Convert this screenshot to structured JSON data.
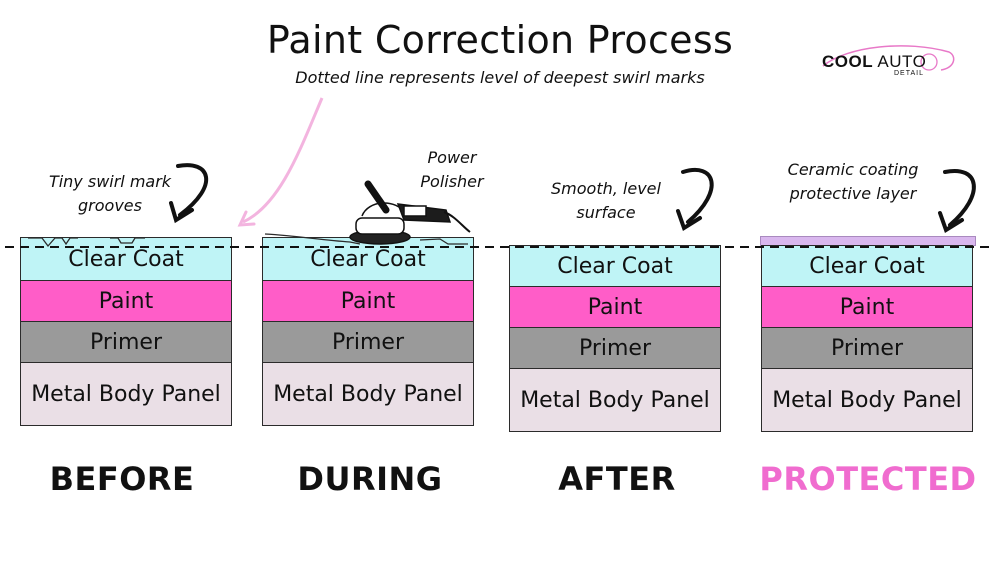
{
  "title": "Paint Correction Process",
  "subtitle": "Dotted line represents level of deepest swirl marks",
  "logo": {
    "main_bold": "COOL",
    "main_light": "AUTO",
    "sub": "DETAIL"
  },
  "notes": {
    "before": "Tiny swirl mark\ngrooves",
    "during": "Power\nPolisher",
    "after": "Smooth, level\nsurface",
    "protected": "Ceramic coating\nprotective layer"
  },
  "layers": {
    "clear_coat": "Clear Coat",
    "paint": "Paint",
    "primer": "Primer",
    "metal": "Metal Body Panel"
  },
  "stages": [
    "BEFORE",
    "DURING",
    "AFTER",
    "PROTECTED"
  ],
  "colors": {
    "clear_coat": "#bff4f6",
    "paint": "#ff5dc8",
    "primer": "#9a9a9a",
    "metal": "#eadfe6",
    "ceramic": "#d9b7ee",
    "accent_pink": "#f06ccf",
    "arrow_pink": "#f3b4df"
  }
}
